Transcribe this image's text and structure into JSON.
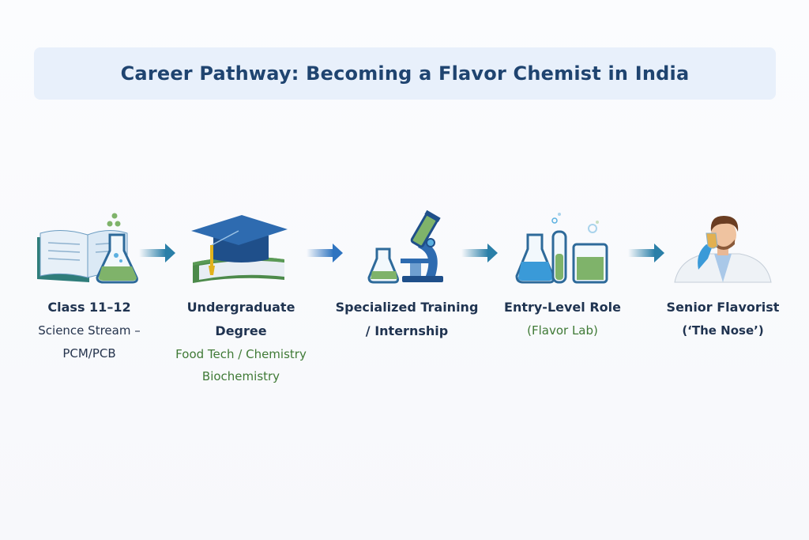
{
  "title": "Career Pathway: Becoming a Flavor Chemist in India",
  "steps": [
    {
      "title": "Class 11–12",
      "subtitle_lines": [
        "Science Stream –",
        "PCM/PCB"
      ],
      "icon": "book-flask-icon"
    },
    {
      "title_lines": [
        "Undergraduate",
        "Degree"
      ],
      "detail_lines": [
        "Food Tech / Chemistry",
        "Biochemistry"
      ],
      "icon": "graduation-cap-icon"
    },
    {
      "title_lines": [
        "Specialized Training",
        "/ Internship"
      ],
      "icon": "microscope-icon"
    },
    {
      "title": "Entry-Level Role",
      "detail": "(Flavor Lab)",
      "icon": "lab-glassware-icon"
    },
    {
      "title": "Senior Flavorist",
      "subtitle": "(‘The Nose’)",
      "icon": "flavorist-person-icon"
    }
  ],
  "colors": {
    "title": "#1f4470",
    "accent_green": "#3f7a36",
    "arrow": "#2a7fa8"
  }
}
